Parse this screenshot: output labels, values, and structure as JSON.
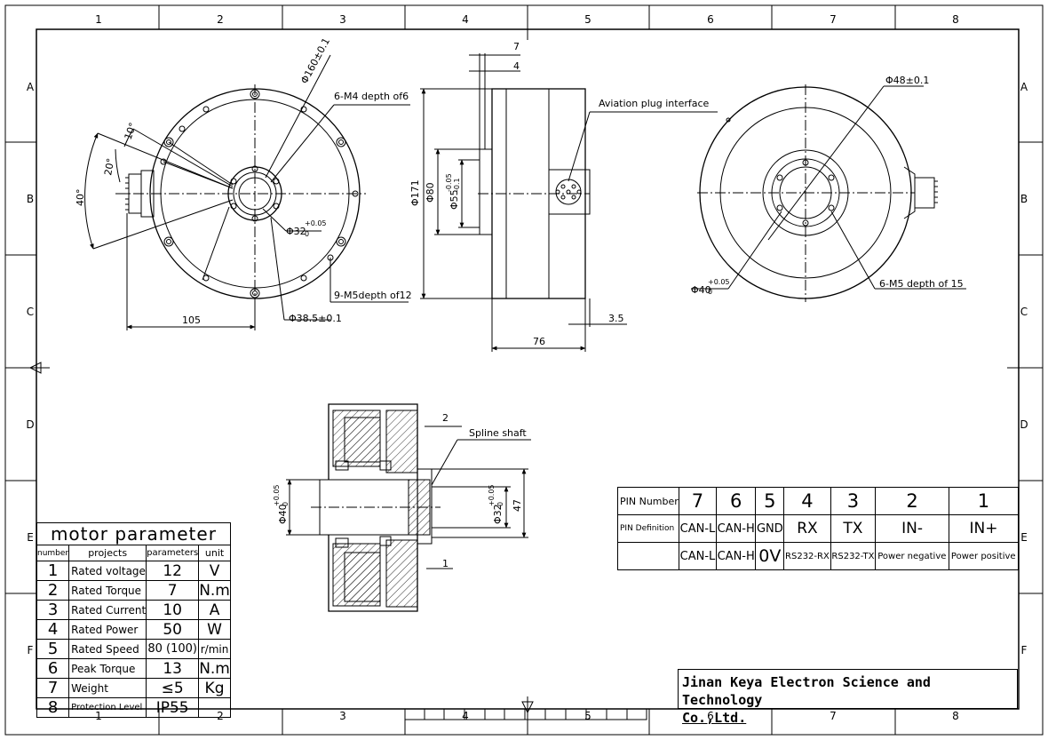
{
  "grid": {
    "columns": [
      "1",
      "2",
      "3",
      "4",
      "5",
      "6",
      "7",
      "8"
    ],
    "rows": [
      "A",
      "B",
      "C",
      "D",
      "E",
      "F"
    ]
  },
  "front_view": {
    "dia_160": "Φ160±0.1",
    "holes_6m4": "6-M4 depth of6",
    "angle_10": "10°",
    "angle_20": "20°",
    "angle_40": "40°",
    "dia_32": "Φ32",
    "dia_32_tol": "+0.05",
    "dia_32_tol2": "0",
    "holes_9m5": "9-M5depth of12",
    "dia_38_5": "Φ38.5±0.1",
    "dim_105": "105"
  },
  "side_view": {
    "dim_7": "7",
    "dim_4": "4",
    "aviation_label": "Aviation plug interface",
    "dia_171": "Φ171",
    "dia_80": "Φ80",
    "dia_55": "Φ55",
    "dia_55_tol": "-0.05",
    "dia_55_tol2": "-0.1",
    "dim_3_5": "3.5",
    "dim_76": "76"
  },
  "back_view": {
    "dia_48": "Φ48±0.1",
    "dia_40": "Φ40",
    "dia_40_tol": "+0.05",
    "dia_40_tol2": "0",
    "holes_6m5": "6-M5 depth of 15"
  },
  "section_view": {
    "dim_2": "2",
    "spline_label": "Spline shaft",
    "dia_40": "Φ40",
    "dia_40_tol": "+0.05",
    "dia_40_tol2": "0",
    "dia_32": "Φ32",
    "dia_32_tol": "+0.05",
    "dia_32_tol2": "0",
    "dim_47": "47",
    "dim_1": "1"
  },
  "motor_table": {
    "title": "motor parameter",
    "headers": [
      "number",
      "projects",
      "parameters",
      "unit"
    ],
    "rows": [
      [
        "1",
        "Rated voltage",
        "12",
        "V"
      ],
      [
        "2",
        "Rated Torque",
        "7",
        "N.m"
      ],
      [
        "3",
        "Rated Current",
        "10",
        "A"
      ],
      [
        "4",
        "Rated Power",
        "50",
        "W"
      ],
      [
        "5",
        "Rated Speed",
        "80 (100)",
        "r/min"
      ],
      [
        "6",
        "Peak Torque",
        "13",
        "N.m"
      ],
      [
        "7",
        "Weight",
        "≤5",
        "Kg"
      ],
      [
        "8",
        "Protection Level",
        "IP55",
        ""
      ]
    ]
  },
  "pin_table": {
    "row1_label": "PIN Number",
    "row2_label": "PIN Definition",
    "pins": [
      {
        "number": "7",
        "def": "CAN-L",
        "desc": "CAN-L"
      },
      {
        "number": "6",
        "def": "CAN-H",
        "desc": "CAN-H"
      },
      {
        "number": "5",
        "def": "GND",
        "desc": "0V"
      },
      {
        "number": "4",
        "def": "RX",
        "desc": "RS232-RX"
      },
      {
        "number": "3",
        "def": "TX",
        "desc": "RS232-TX"
      },
      {
        "number": "2",
        "def": "IN-",
        "desc": "Power negative"
      },
      {
        "number": "1",
        "def": "IN+",
        "desc": "Power positive"
      }
    ]
  },
  "title_block": {
    "line1": "Jinan Keya Electron Science and Technology",
    "line2": "Co.,Ltd."
  }
}
